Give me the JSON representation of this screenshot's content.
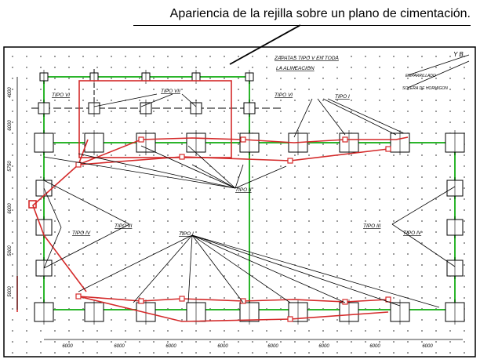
{
  "caption": "Apariencia de la rejilla sobre un plano de cimentación.",
  "labels": {
    "zapatas_line1": "ZAPATAS TIPO V EN TODA",
    "zapatas_line2": "LA ALINEACION",
    "top_right_mark": "Y B",
    "legend_1": "EMPARRILLADO",
    "legend_2": "SOLERA DE HORMIGON",
    "tipo_vi_left": "TIPO VI",
    "tipo_vii": "TIPO VII",
    "tipo_vi_right": "TIPO VI",
    "tipo_i_top": "TIPO I",
    "tipo_ii": "TIPO II",
    "tipo_iii_left": "TIPO III",
    "tipo_iv_left": "TIPO IV",
    "tipo_i_bottom": "TIPO I",
    "tipo_iii_right": "TIPO III",
    "tipo_iv_right": "TIPO IV"
  },
  "dimensions": {
    "vertical": [
      "4000",
      "6000",
      "5750",
      "6000",
      "5000",
      "5000"
    ],
    "horizontal": [
      "6000",
      "6000",
      "6000",
      "6000",
      "6000",
      "6000",
      "6000",
      "6000"
    ]
  },
  "colors": {
    "beam": "#2bb52b",
    "reinforcement": "#d42a2a",
    "line": "#000000",
    "grid_dot": "#555555"
  }
}
